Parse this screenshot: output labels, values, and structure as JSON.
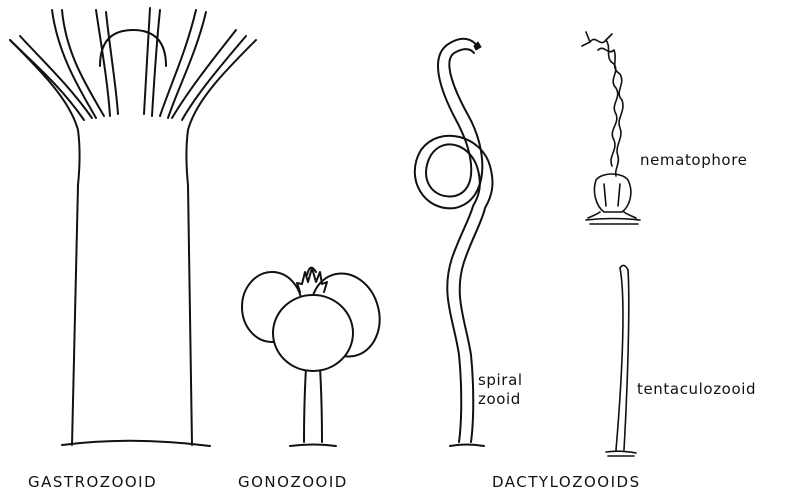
{
  "figure": {
    "captions": {
      "gastrozooid": "GASTROZOOID",
      "gonozooid": "GONOZOOID",
      "dactylozooids": "DACTYLOZOOIDS"
    },
    "annotations": {
      "spiral_zooid_line1": "spiral",
      "spiral_zooid_line2": "zooid",
      "nematophore": "nematophore",
      "tentaculozooid": "tentaculozooid"
    }
  }
}
